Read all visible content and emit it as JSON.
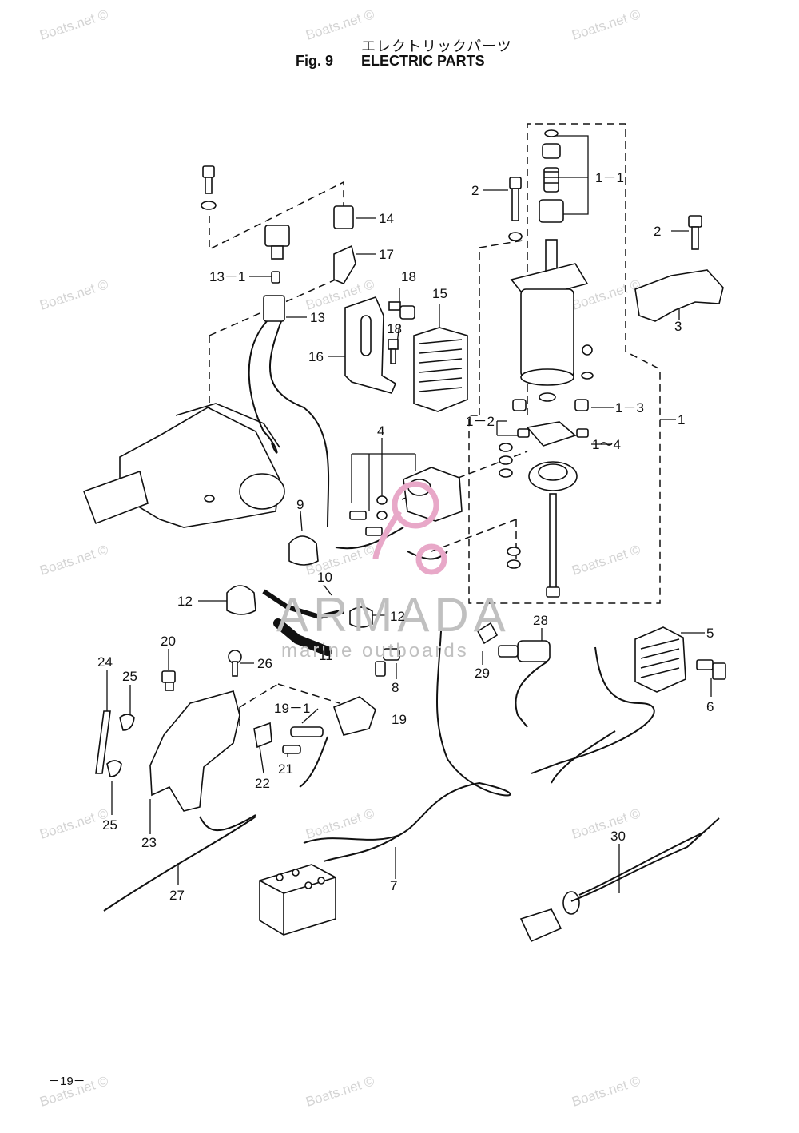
{
  "header": {
    "title_jp": "エレクトリックパーツ",
    "fig_label": "Fig. 9",
    "fig_title": "ELECTRIC PARTS"
  },
  "page_number": "－19－",
  "watermark": {
    "text": "Boats.net ©",
    "brand": "ARMADA",
    "brand_sub": "marine outboards",
    "brand_color": "#c0c0c0",
    "logo_color": "#e8a8c8"
  },
  "callouts": [
    {
      "id": "1-1",
      "label": "1－1"
    },
    {
      "id": "2a",
      "label": "2"
    },
    {
      "id": "2b",
      "label": "2"
    },
    {
      "id": "3",
      "label": "3"
    },
    {
      "id": "14",
      "label": "14"
    },
    {
      "id": "17",
      "label": "17"
    },
    {
      "id": "13-1",
      "label": "13－1"
    },
    {
      "id": "18a",
      "label": "18"
    },
    {
      "id": "13",
      "label": "13"
    },
    {
      "id": "15",
      "label": "15"
    },
    {
      "id": "18b",
      "label": "18"
    },
    {
      "id": "16",
      "label": "16"
    },
    {
      "id": "1-2",
      "label": "1－2"
    },
    {
      "id": "1-3",
      "label": "1－3"
    },
    {
      "id": "1",
      "label": "1"
    },
    {
      "id": "1-4",
      "label": "1～4"
    },
    {
      "id": "4",
      "label": "4"
    },
    {
      "id": "9",
      "label": "9"
    },
    {
      "id": "10",
      "label": "10"
    },
    {
      "id": "12a",
      "label": "12"
    },
    {
      "id": "12b",
      "label": "12"
    },
    {
      "id": "11",
      "label": "11"
    },
    {
      "id": "28",
      "label": "28"
    },
    {
      "id": "5",
      "label": "5"
    },
    {
      "id": "20",
      "label": "20"
    },
    {
      "id": "26",
      "label": "26"
    },
    {
      "id": "8",
      "label": "8"
    },
    {
      "id": "29",
      "label": "29"
    },
    {
      "id": "6",
      "label": "6"
    },
    {
      "id": "24",
      "label": "24"
    },
    {
      "id": "25a",
      "label": "25"
    },
    {
      "id": "19-1",
      "label": "19－1"
    },
    {
      "id": "19",
      "label": "19"
    },
    {
      "id": "21",
      "label": "21"
    },
    {
      "id": "22",
      "label": "22"
    },
    {
      "id": "25b",
      "label": "25"
    },
    {
      "id": "23",
      "label": "23"
    },
    {
      "id": "30",
      "label": "30"
    },
    {
      "id": "7",
      "label": "7"
    },
    {
      "id": "27",
      "label": "27"
    }
  ]
}
